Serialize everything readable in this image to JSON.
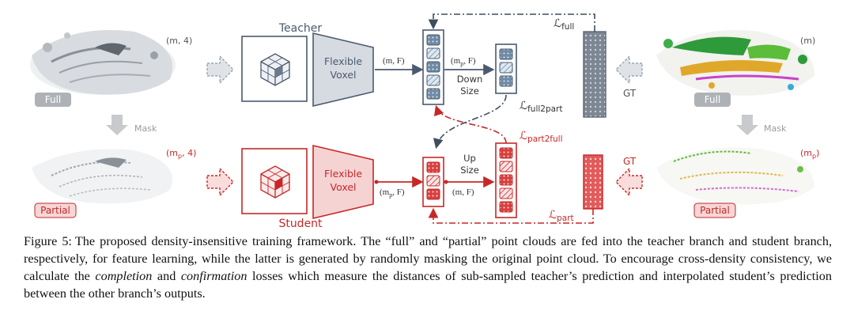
{
  "figure": {
    "teacher_title": "Teacher",
    "student_title": "Student",
    "voxel_line1": "Flexible",
    "voxel_line2": "Voxel",
    "full_tag": "Full",
    "partial_tag": "Partial",
    "mask_label": "Mask",
    "gt_label": "GT",
    "down_line1": "Down",
    "down_line2": "Size",
    "up_line1": "Up",
    "up_line2": "Size",
    "shapes": {
      "input_full": "(m, 4)",
      "input_partial_m": "(m",
      "input_partial_p": "p",
      "input_partial_rest": ", 4)",
      "teacher_feat": "(m, F)",
      "down_m": "(m",
      "down_p": "p",
      "down_rest": ", F)",
      "gt_full": "(m)",
      "gt_partial_m": "(m",
      "gt_partial_p": "p",
      "gt_partial_rest": ")",
      "student_feat_m": "(m",
      "student_feat_p": "p",
      "student_feat_rest": ", F)",
      "up_feat": "(m, F)"
    },
    "losses": {
      "full_sym": "ℒ",
      "full_sub": "full",
      "full2part_sym": "ℒ",
      "full2part_sub": "full2part",
      "part2full_sym": "ℒ",
      "part2full_sub": "part2full",
      "part_sym": "ℒ",
      "part_sub": "part"
    },
    "colors": {
      "teacher": "#4a5a6e",
      "teacher_fill": "#d6dbe2",
      "student": "#c62828",
      "student_fill": "#f6d3d3",
      "gray_label": "#8a8a8a",
      "tag_gray": "#a9acb0",
      "tag_red_fill": "#f7d6d6"
    }
  },
  "caption": {
    "label": "Figure 5:",
    "text1": "The proposed density-insensitive training framework. The “full” and “partial” point clouds are fed into the teacher branch and student branch, respectively, for feature learning, while the latter is generated by randomly masking the original point cloud. To encourage cross-density consistency, we calculate the ",
    "em1": "completion",
    "text2": " and ",
    "em2": "confirmation",
    "text3": " losses which measure the distances of sub-sampled teacher’s prediction and interpolated student’s prediction between the other branch’s outputs."
  }
}
